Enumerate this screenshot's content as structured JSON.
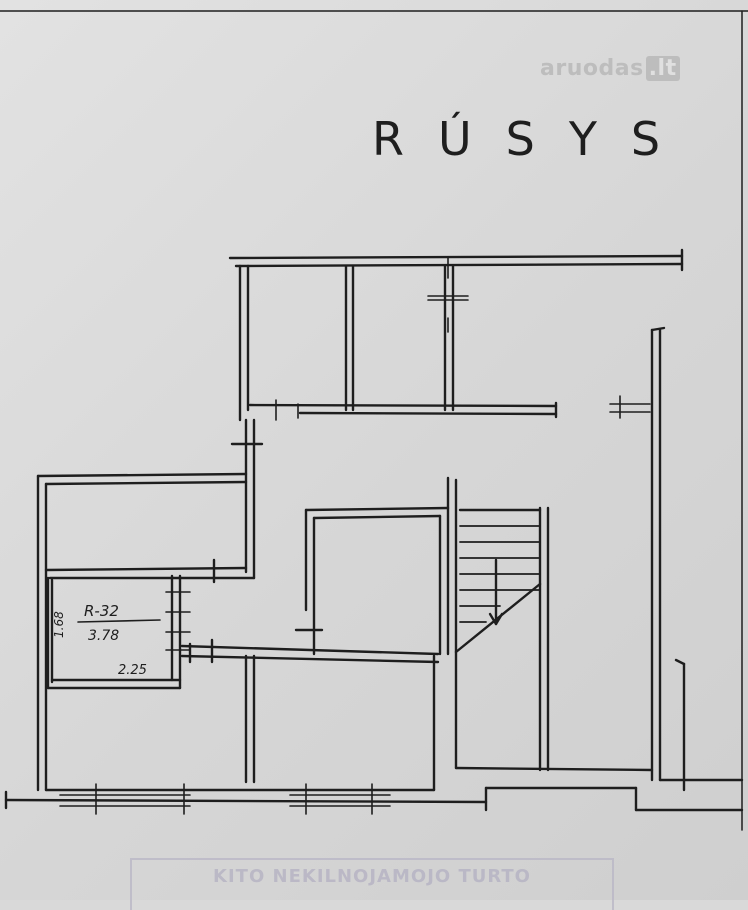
{
  "watermark": {
    "brand": "aruodas",
    "tld": ".lt"
  },
  "title": "RÚSYS",
  "room": {
    "code": "R-32",
    "area": "3.78",
    "width": "2.25",
    "depth": "1.68"
  },
  "stamp": {
    "text": "KITO NEKILNOJAMOJO TURTO"
  },
  "colors": {
    "ink": "#1e1e1e",
    "paper": "#d9d9d9",
    "stamp": "#b3b0c2"
  }
}
